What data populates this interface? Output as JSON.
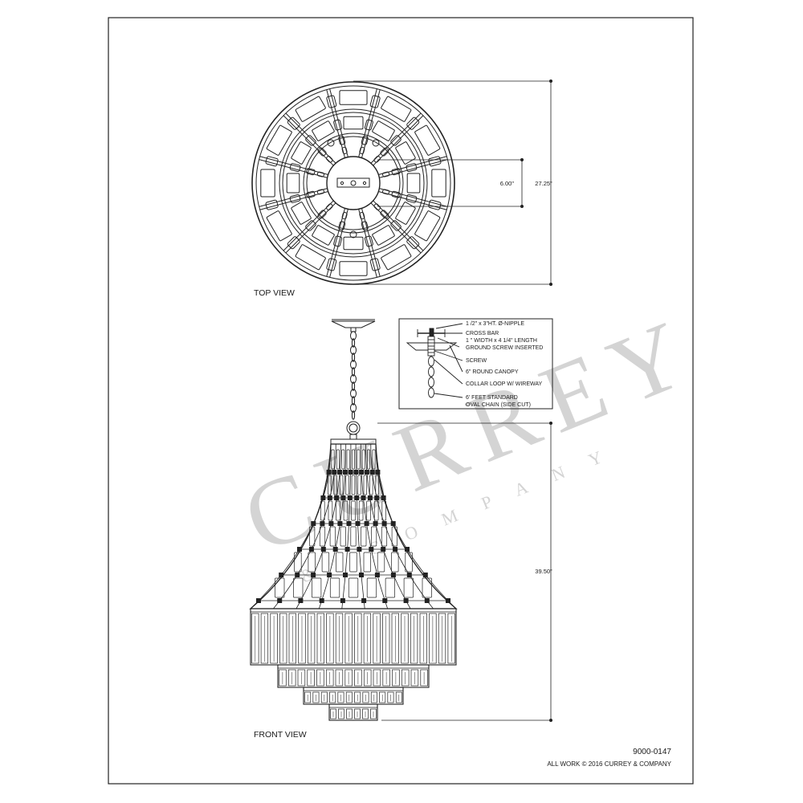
{
  "watermark": {
    "main": "CURREY",
    "sub": "& COMPANY"
  },
  "views": {
    "top_view": "TOP VIEW",
    "front_view": "FRONT VIEW"
  },
  "dimensions": {
    "canopy_diameter": "6.00\"",
    "overall_diameter": "27.25\"",
    "overall_height": "39.50\""
  },
  "callouts": [
    "1 /2\" x 3\"HT. Ø-NIPPLE",
    "CROSS BAR",
    "1 \" WIDTH x 4 1/4\" LENGTH",
    "GROUND SCREW INSERTED",
    "SCREW",
    "6\" ROUND CANOPY",
    "COLLAR LOOP W/ WIREWAY",
    "6' FEET STANDARD",
    "OVAL CHAIN (SIDE CUT)"
  ],
  "footer": {
    "part_number": "9000-0147",
    "copyright": "ALL WORK © 2016 CURREY & COMPANY"
  }
}
